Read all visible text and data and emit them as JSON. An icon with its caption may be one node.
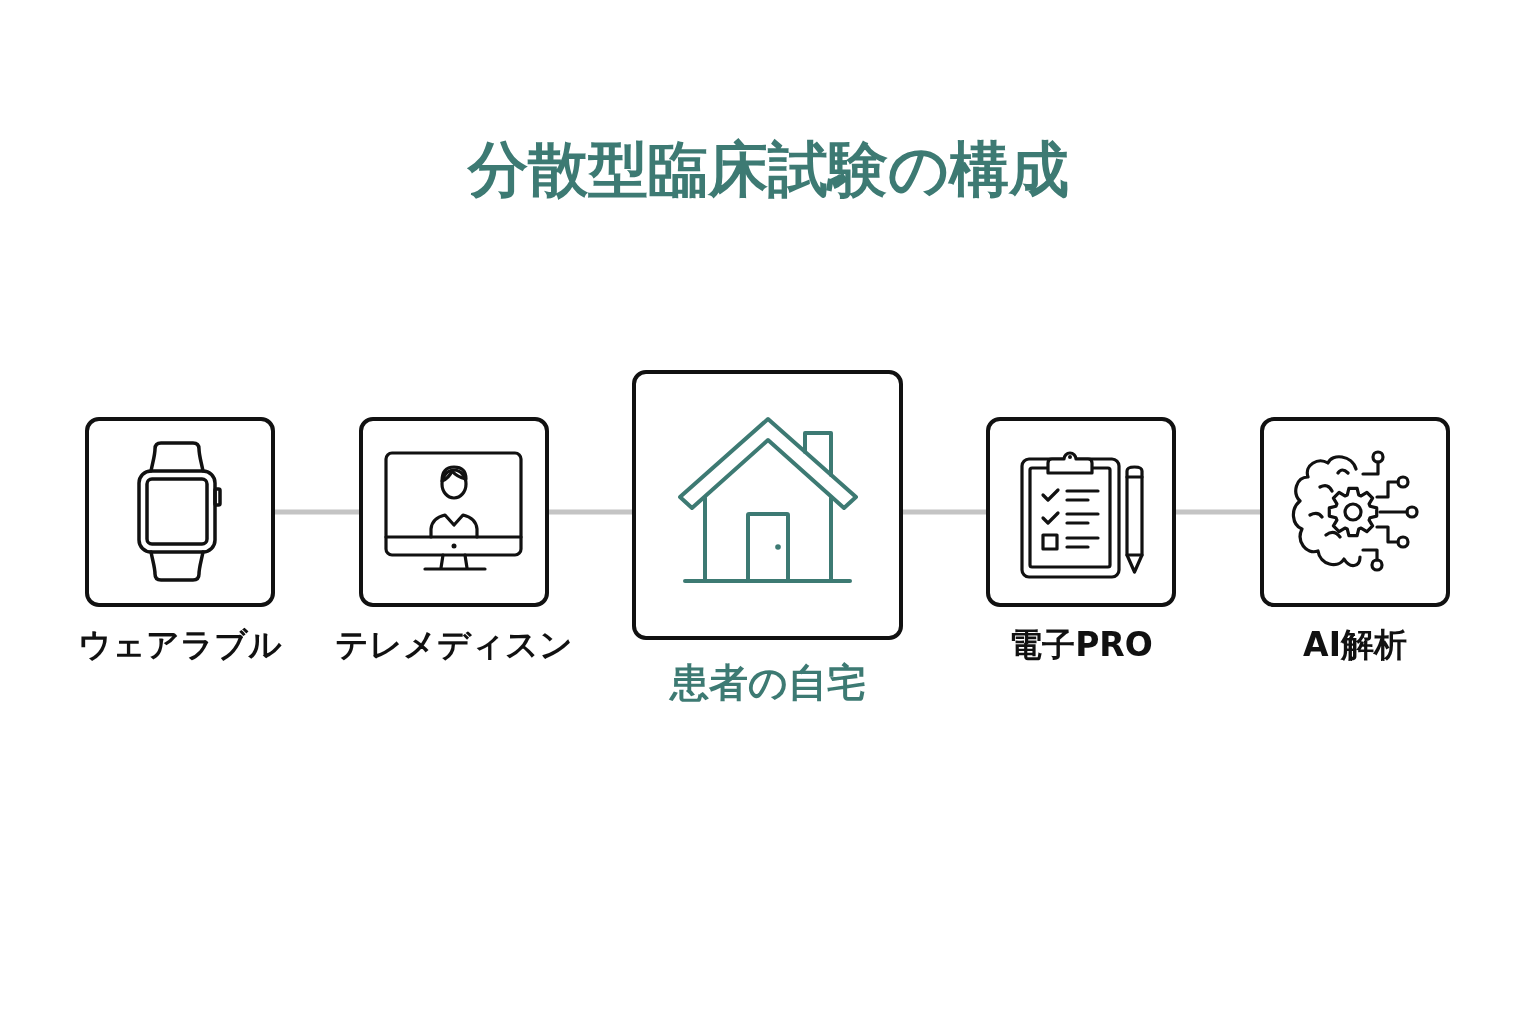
{
  "diagram": {
    "title": "分散型臨床試験の構成",
    "nodes": [
      {
        "text": [
          "ウェアラブル"
        ]
      },
      {
        "text": [
          "テレメディスン"
        ]
      },
      {
        "text": [
          "患者の自宅"
        ]
      },
      {
        "text": [
          "電子PRO"
        ]
      },
      {
        "text": [
          "AI解析"
        ]
      }
    ],
    "edges": [
      {
        "from": 0,
        "to": 1,
        "arrow": "none"
      },
      {
        "from": 1,
        "to": 2,
        "arrow": "none"
      },
      {
        "from": 2,
        "to": 3,
        "arrow": "none"
      },
      {
        "from": 3,
        "to": 4,
        "arrow": "none"
      }
    ]
  }
}
